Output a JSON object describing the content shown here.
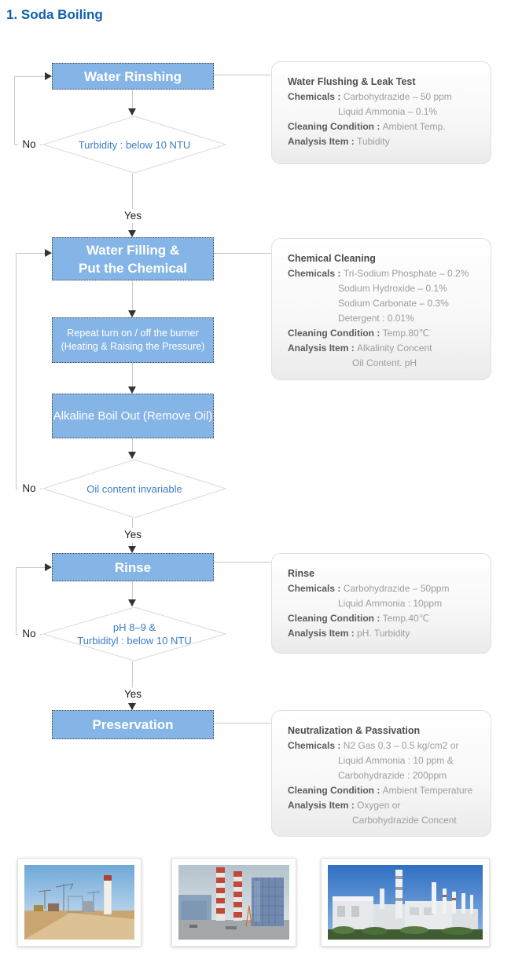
{
  "title": "1. Soda Boiling",
  "colors": {
    "title_blue": "#1161ae",
    "box_fill": "#85b5e6",
    "box_text": "#ffffff",
    "diamond_text": "#3b7dc4",
    "connector_gray": "#c9c9c9",
    "arrow_dark": "#333333",
    "panel_border": "#e0e0e0",
    "panel_label": "#5a5a5a",
    "panel_value": "#9d9d9d"
  },
  "flow": {
    "yes": "Yes",
    "no": "No",
    "steps": [
      {
        "label": "Water Rinshing"
      },
      {
        "line1": "Water Filling &",
        "line2": "Put the Chemical"
      },
      {
        "line1": "Repeat turn on / off the burner",
        "line2": "(Heating & Raising the Pressure)"
      },
      {
        "label": "Alkaline Boil Out (Remove Oil)"
      },
      {
        "label": "Rinse"
      },
      {
        "label": "Preservation"
      }
    ],
    "decisions": [
      {
        "label": "Turbidity : below 10 NTU"
      },
      {
        "label": "Oil content invariable"
      },
      {
        "line1": "pH 8–9 &",
        "line2": "Turbidityl : below 10 NTU"
      }
    ]
  },
  "panels": [
    {
      "title": "Water Flushing & Leak Test",
      "lines": [
        {
          "label": "Chemicals : ",
          "value": "Carbohydrazide – 50 ppm"
        },
        {
          "label": "",
          "value": "Liquid Ammonia – 0.1%"
        },
        {
          "label": "Cleaning Condition : ",
          "value": "Ambient Temp."
        },
        {
          "label": "Analysis Item : ",
          "value": "Tubidity"
        }
      ]
    },
    {
      "title": "Chemical Cleaning",
      "lines": [
        {
          "label": "Chemicals : ",
          "value": "Tri-Sodium Phosphate – 0.2%"
        },
        {
          "label": "",
          "value": "Sodium Hydroxide – 0.1%"
        },
        {
          "label": "",
          "value": "Sodium Carbonate – 0.3%"
        },
        {
          "label": "",
          "value": "Detergent : 0.01%"
        },
        {
          "label": "Cleaning Condition : ",
          "value": "Temp.80℃"
        },
        {
          "label": "Analysis Item : ",
          "value": "Alkalinity Concent"
        },
        {
          "label": "",
          "value": "Oil Content. pH"
        }
      ]
    },
    {
      "title": "Rinse",
      "lines": [
        {
          "label": "Chemicals : ",
          "value": "Carbohydrazide – 50ppm"
        },
        {
          "label": "",
          "value": "Liquid Ammonia : 10ppm"
        },
        {
          "label": "Cleaning Condition : ",
          "value": "Temp.40℃"
        },
        {
          "label": "Analysis Item : ",
          "value": "pH. Turbidity"
        }
      ]
    },
    {
      "title": "Neutralization & Passivation",
      "lines": [
        {
          "label": "Chemicals : ",
          "value": "N2 Gas 0.3 – 0.5 kg/cm2 or"
        },
        {
          "label": "",
          "value": "Liquid Ammonia : 10 ppm &"
        },
        {
          "label": "",
          "value": "Carbohydrazide : 200ppm"
        },
        {
          "label": "Cleaning Condition : ",
          "value": "Ambient Temperature"
        },
        {
          "label": "Analysis Item : ",
          "value": "Oxygen or"
        },
        {
          "label": "",
          "value": "Carbohydrazide Concent"
        }
      ]
    }
  ]
}
